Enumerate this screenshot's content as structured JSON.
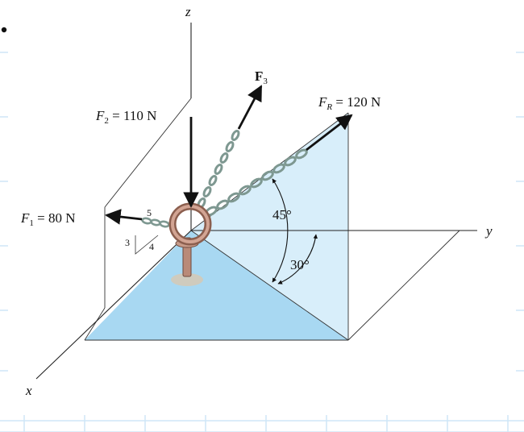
{
  "axes": {
    "x": "x",
    "y": "y",
    "z": "z"
  },
  "forces": {
    "f1": {
      "label": "F",
      "sub": "1",
      "value": " = 80 N"
    },
    "f2": {
      "label": "F",
      "sub": "2",
      "value": " = 110 N"
    },
    "f3": {
      "label": "F",
      "sub": "3"
    },
    "fr": {
      "label": "F",
      "sub": "R",
      "value": " = 120 N"
    }
  },
  "angles": {
    "alpha": "45°",
    "beta": "30°"
  },
  "slope_triangle": {
    "rise": "3",
    "run": "4",
    "hyp": "5"
  },
  "colors": {
    "plane_light": "#d8eefa",
    "plane_dark": "#a8d8f2",
    "grid": "#cfe6f7",
    "eyebolt": "#b98a78",
    "chain": "#8fa7a0"
  }
}
